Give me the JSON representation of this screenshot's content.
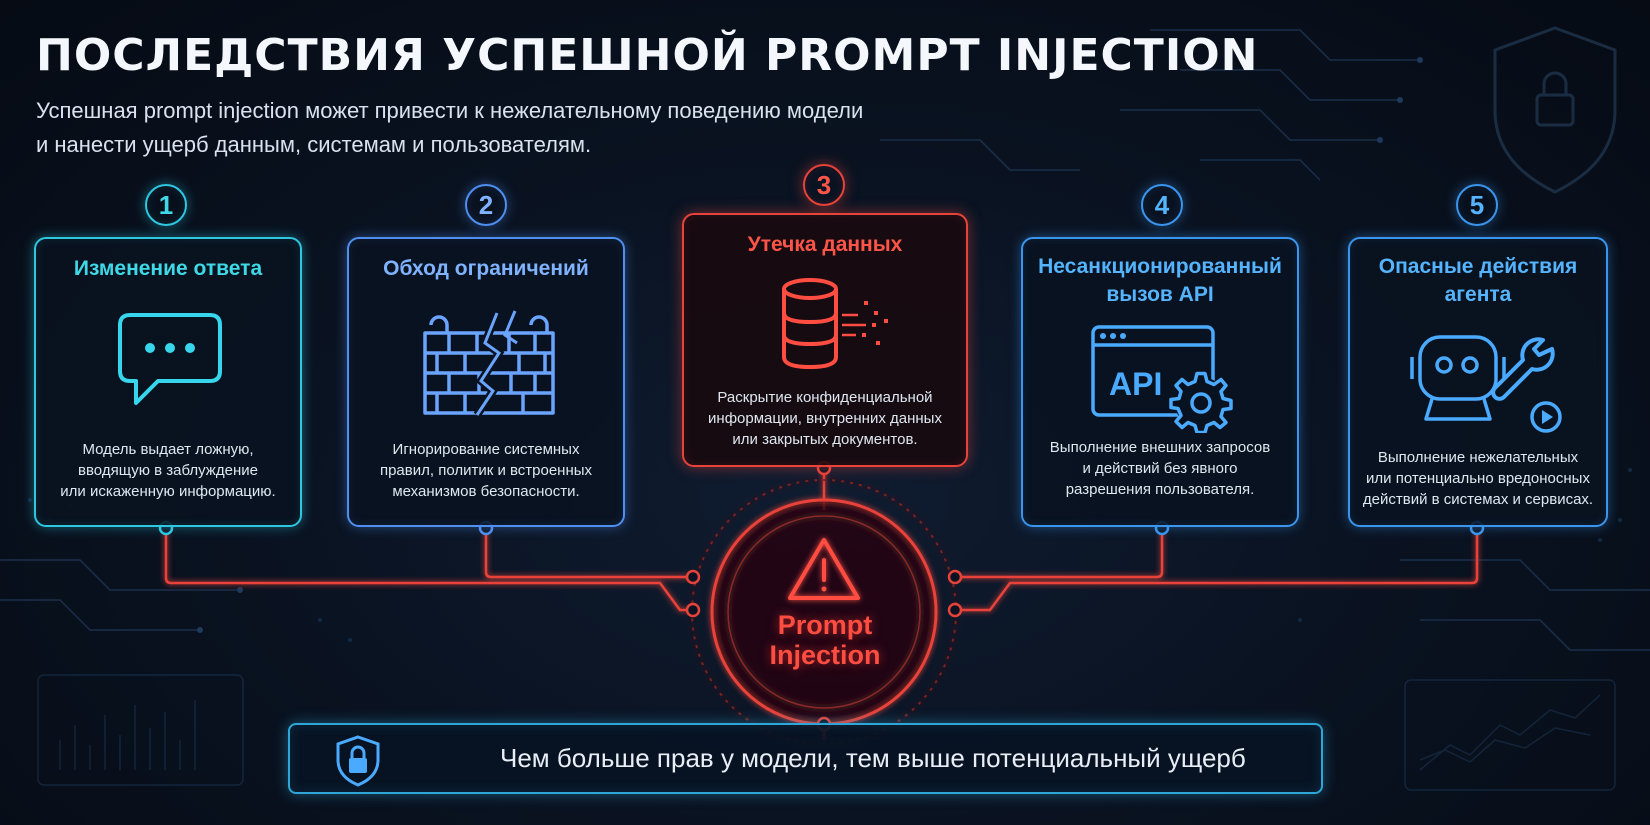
{
  "header": {
    "title": "ПОСЛЕДСТВИЯ УСПЕШНОЙ PROMPT INJECTION",
    "subtitle_lines": [
      "Успешная prompt injection может привести к нежелательному поведению модели",
      "и нанести ущерб данным, системам и пользователям."
    ]
  },
  "cards": [
    {
      "number": "1",
      "title_lines": [
        "Изменение ответа"
      ],
      "description_lines": [
        "Модель выдает ложную,",
        "вводящую в заблуждение",
        "или искаженную информацию."
      ],
      "icon": "chat-bubble-icon"
    },
    {
      "number": "2",
      "title_lines": [
        "Обход ограничений"
      ],
      "description_lines": [
        "Игнорирование системных",
        "правил, политик и встроенных",
        "механизмов безопасности."
      ],
      "icon": "broken-wall-icon"
    },
    {
      "number": "3",
      "title_lines": [
        "Утечка данных"
      ],
      "description_lines": [
        "Раскрытие конфиденциальной",
        "информации, внутренних данных",
        "или закрытых документов."
      ],
      "icon": "database-leak-icon"
    },
    {
      "number": "4",
      "title_lines": [
        "Несанкционированный",
        "вызов API"
      ],
      "description_lines": [
        "Выполнение внешних запросов",
        "и действий без явного",
        "разрешения пользователя."
      ],
      "icon": "api-gear-icon",
      "icon_text": "API"
    },
    {
      "number": "5",
      "title_lines": [
        "Опасные действия",
        "агента"
      ],
      "description_lines": [
        "Выполнение нежелательных",
        "или потенциально вредоносных",
        "действий в системах и сервисах."
      ],
      "icon": "robot-wrench-icon"
    }
  ],
  "center": {
    "label_lines": [
      "Prompt",
      "Injection"
    ],
    "icon": "warning-triangle-icon"
  },
  "banner": {
    "text": "Чем больше прав у модели, тем выше потенциальный ущерб",
    "icon": "shield-lock-icon"
  },
  "decor": {
    "top_right_icon": "shield-lock-icon"
  },
  "colors": {
    "cyan": "#2fc6e0",
    "blue": "#4f8ff0",
    "red": "#e8433a",
    "sky": "#3a95ee"
  }
}
